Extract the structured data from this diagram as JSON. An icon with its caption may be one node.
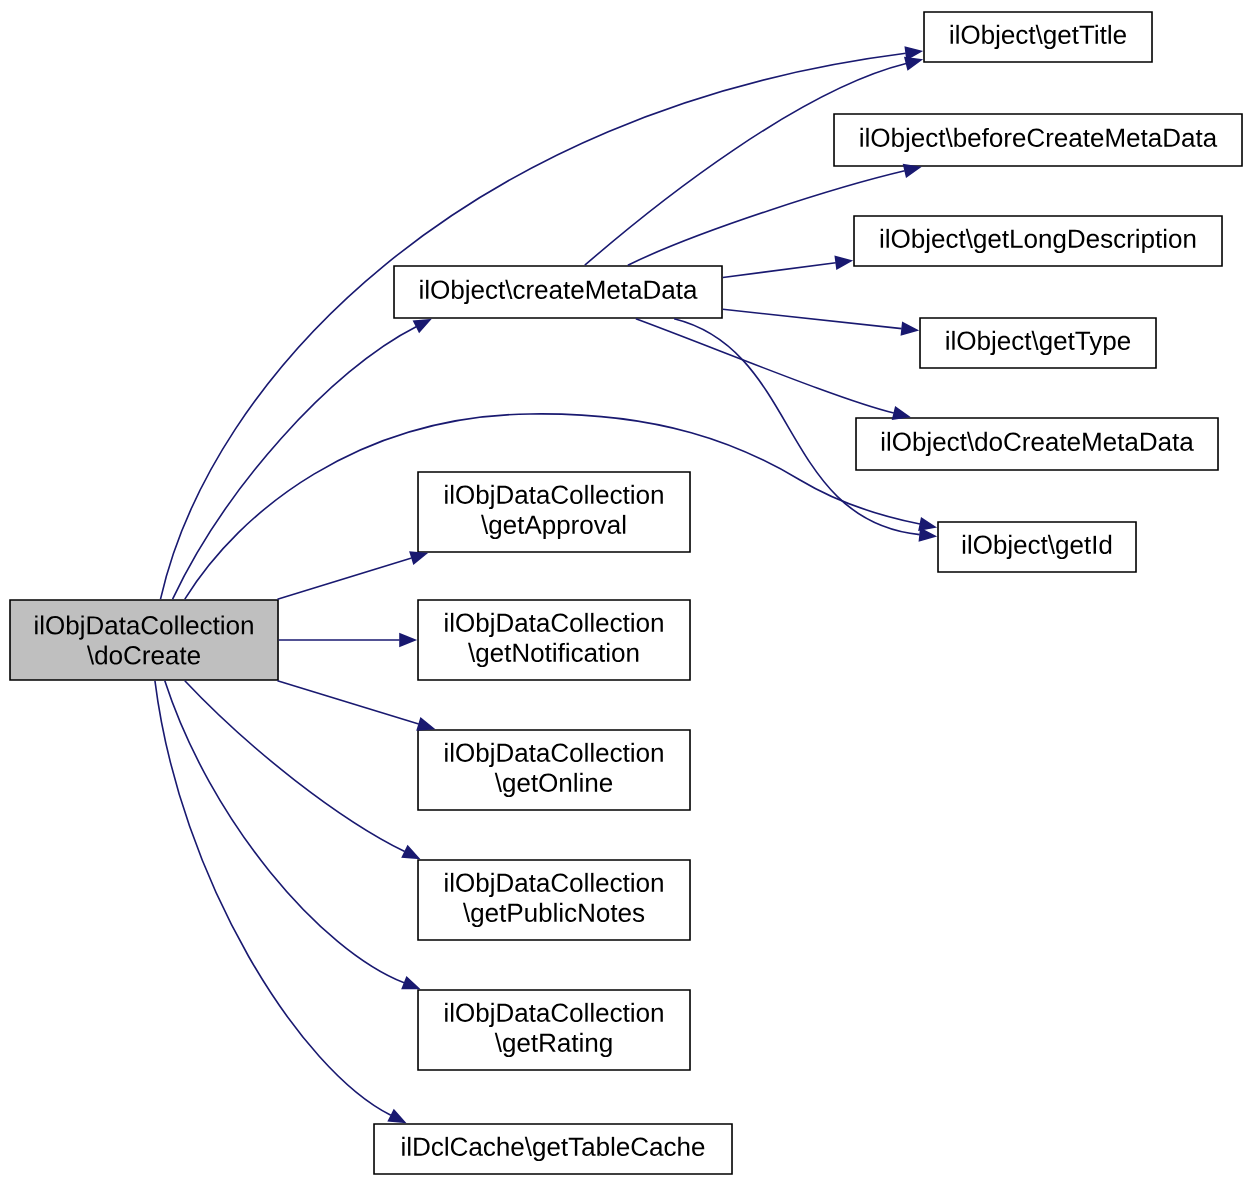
{
  "diagram": {
    "nodes": [
      {
        "text": [
          "ilObjDataCollection \\doCreate"
        ]
      },
      {
        "text": [
          "ilObject\\createMetaData"
        ]
      },
      {
        "text": [
          "ilObject\\getTitle"
        ]
      },
      {
        "text": [
          "ilObject\\beforeCreateMetaData"
        ]
      },
      {
        "text": [
          "ilObject\\getLongDescription"
        ]
      },
      {
        "text": [
          "ilObject\\getType"
        ]
      },
      {
        "text": [
          "ilObject\\doCreateMetaData"
        ]
      },
      {
        "text": [
          "ilObject\\getId"
        ]
      },
      {
        "text": [
          "ilObjDataCollection \\getApproval"
        ]
      },
      {
        "text": [
          "ilObjDataCollection \\getNotification"
        ]
      },
      {
        "text": [
          "ilObjDataCollection \\getOnline"
        ]
      },
      {
        "text": [
          "ilObjDataCollection \\getPublicNotes"
        ]
      },
      {
        "text": [
          "ilObjDataCollection \\getRating"
        ]
      },
      {
        "text": [
          "ilDclCache\\getTableCache"
        ]
      }
    ],
    "edges": [
      {
        "from": 0,
        "to": 1,
        "arrow": "to"
      },
      {
        "from": 0,
        "to": 2,
        "arrow": "to"
      },
      {
        "from": 0,
        "to": 7,
        "arrow": "to"
      },
      {
        "from": 0,
        "to": 8,
        "arrow": "to"
      },
      {
        "from": 0,
        "to": 9,
        "arrow": "to"
      },
      {
        "from": 0,
        "to": 10,
        "arrow": "to"
      },
      {
        "from": 0,
        "to": 11,
        "arrow": "to"
      },
      {
        "from": 0,
        "to": 12,
        "arrow": "to"
      },
      {
        "from": 0,
        "to": 13,
        "arrow": "to"
      },
      {
        "from": 1,
        "to": 2,
        "arrow": "to"
      },
      {
        "from": 1,
        "to": 3,
        "arrow": "to"
      },
      {
        "from": 1,
        "to": 4,
        "arrow": "to"
      },
      {
        "from": 1,
        "to": 5,
        "arrow": "to"
      },
      {
        "from": 1,
        "to": 6,
        "arrow": "to"
      },
      {
        "from": 1,
        "to": 7,
        "arrow": "to"
      }
    ]
  }
}
